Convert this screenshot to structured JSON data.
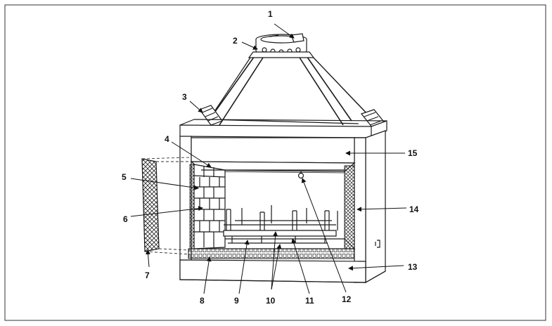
{
  "diagram": {
    "callouts": [
      "1",
      "2",
      "3",
      "4",
      "5",
      "6",
      "7",
      "8",
      "9",
      "10",
      "11",
      "12",
      "13",
      "14",
      "15"
    ]
  },
  "colors": {
    "stroke": "#1a1a1a",
    "background": "#ffffff"
  }
}
